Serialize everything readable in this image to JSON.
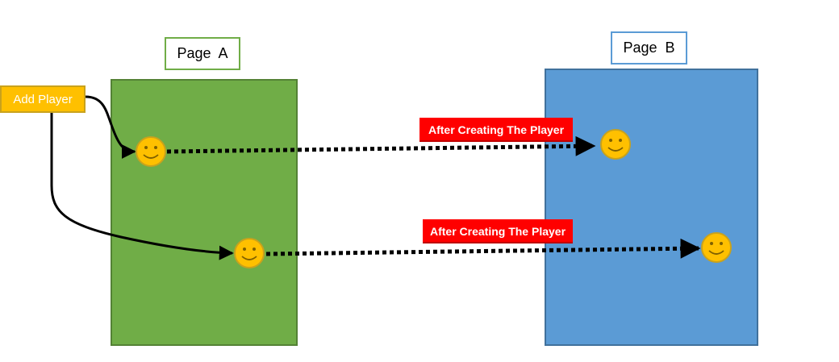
{
  "page_a": {
    "title": "Page  A",
    "fill": "#70ad47"
  },
  "page_b": {
    "title": "Page  B",
    "fill": "#5b9bd5"
  },
  "add_player": {
    "label": "Add Player",
    "fill": "#ffc000"
  },
  "transitions": [
    {
      "label": "After Creating The Player"
    },
    {
      "label": "After Creating The Player"
    }
  ],
  "label_color": "#ff0000",
  "player_icon": "smiley-icon",
  "player_color": "#ffc000"
}
